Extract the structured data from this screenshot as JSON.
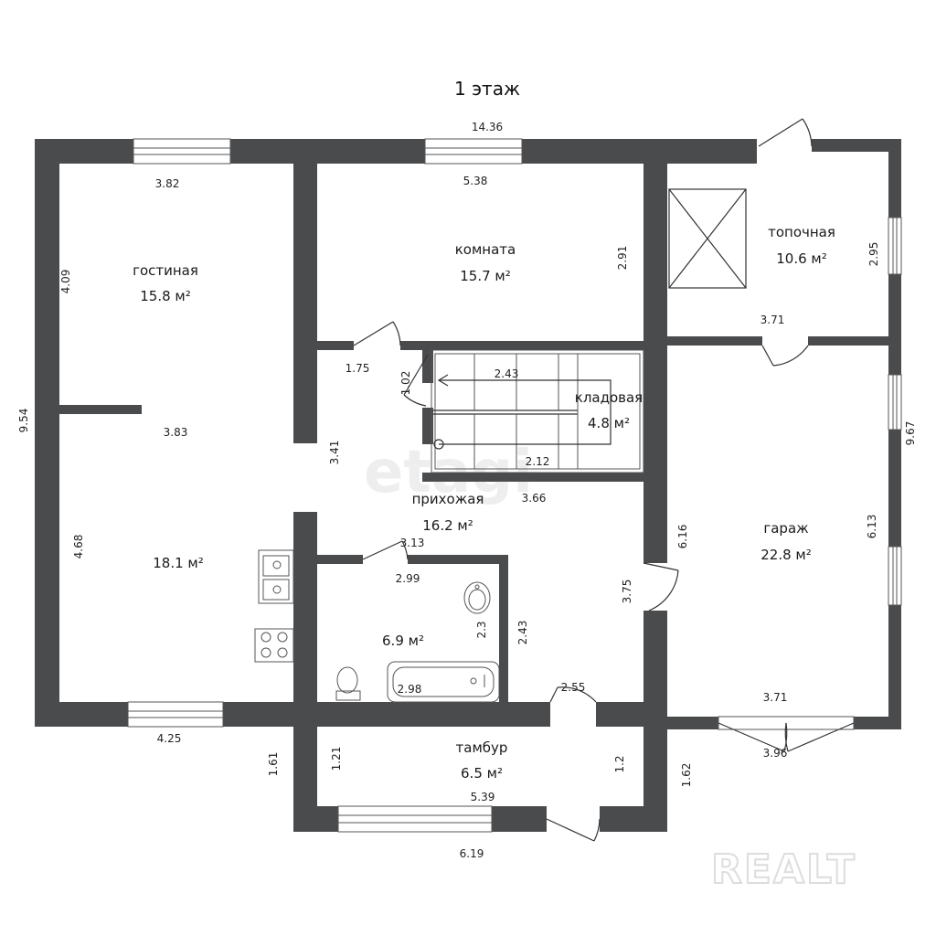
{
  "title": "1 этаж",
  "watermark_center": "etagi",
  "watermark_corner": "REALT",
  "colors": {
    "wall": "#4a4b4d",
    "background": "#ffffff"
  },
  "rooms": {
    "living": {
      "name": "гостиная",
      "area": "15.8 м²"
    },
    "kitchen": {
      "area": "18.1 м²"
    },
    "room": {
      "name": "комната",
      "area": "15.7 м²"
    },
    "boiler": {
      "name": "топочная",
      "area": "10.6 м²"
    },
    "pantry": {
      "name": "кладовая",
      "area": "4.8 м²"
    },
    "hall": {
      "name": "прихожая",
      "area": "16.2 м²"
    },
    "garage": {
      "name": "гараж",
      "area": "22.8 м²"
    },
    "bath": {
      "area": "6.9 м²"
    },
    "vestibule": {
      "name": "тамбур",
      "area": "6.5 м²"
    }
  },
  "dims": {
    "top_total": "14.36",
    "living_width": "3.82",
    "room_width": "5.38",
    "living_height": "4.09",
    "room_height": "2.91",
    "boiler_height": "2.95",
    "boiler_width": "3.71",
    "left_total": "9.54",
    "kitchen_width": "3.83",
    "hall_top_left": "1.75",
    "stair_small": "1.02",
    "stair_top": "2.43",
    "stair_bottom": "2.12",
    "hall_height": "3.41",
    "hall_width": "3.66",
    "right_total": "9.67",
    "garage_left": "6.16",
    "garage_right": "6.13",
    "kitchen_height": "4.68",
    "bath_top_outer": "3.13",
    "bath_top_inner": "2.99",
    "bath_height": "2.3",
    "bath_outer_height": "2.43",
    "hall_right_height": "3.75",
    "bath_bottom": "2.98",
    "vest_top": "2.55",
    "garage_bottom": "3.71",
    "kitchen_bottom": "4.25",
    "garage_door": "3.96",
    "vest_left_outer": "1.61",
    "vest_left": "1.21",
    "vest_right": "1.2",
    "vest_right_outer": "1.62",
    "vest_inner_width": "5.39",
    "bottom_total": "6.19"
  }
}
